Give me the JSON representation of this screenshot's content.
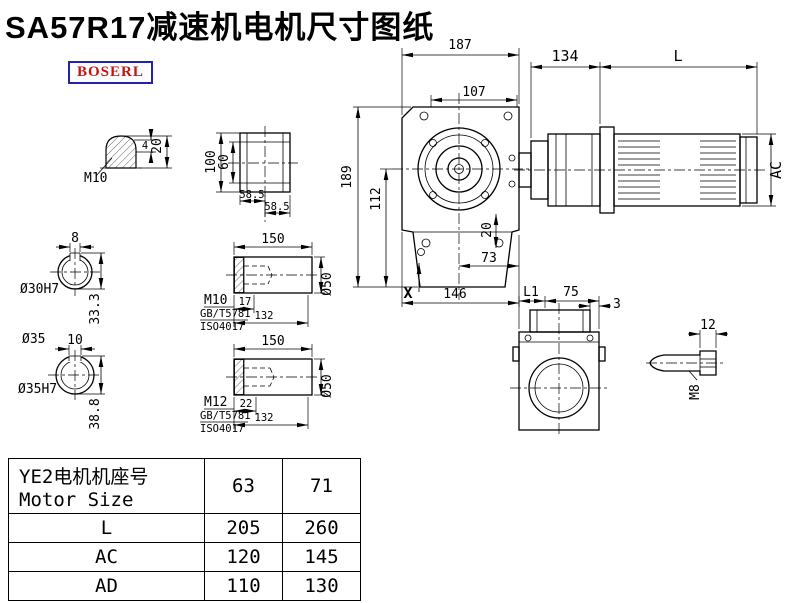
{
  "title": "SA57R17减速机电机尺寸图纸",
  "logo": "BOSERL",
  "gearbox": {
    "d187": "187",
    "d107": "107",
    "d189": "189",
    "d112": "112",
    "d20": "20",
    "d73": "73",
    "d146": "146",
    "x_label": "X"
  },
  "motor": {
    "d134": "134",
    "dL": "L",
    "dAC": "AC"
  },
  "shaft_end": {
    "d20": "20",
    "d4": "4",
    "m10": "M10"
  },
  "sleeve": {
    "d100": "100",
    "d60": "60",
    "d585a": "58.5",
    "d585b": "58.5"
  },
  "bore30": {
    "d8": "8",
    "bore": "Ø30H7",
    "depth": "33.3",
    "od": "Ø35"
  },
  "bore35": {
    "d10": "10",
    "bore": "Ø35H7",
    "depth": "38.8"
  },
  "shaft_m10": {
    "d150": "150",
    "thread": "M10",
    "std1": "GB/T5781",
    "std2": "ISO4017",
    "d17": "17",
    "d132": "132",
    "dia": "Ø50"
  },
  "shaft_m12": {
    "d150": "150",
    "thread": "M12",
    "std1": "GB/T5781",
    "std2": "ISO4017",
    "d22": "22",
    "d132": "132",
    "dia": "Ø50"
  },
  "flange": {
    "dL1": "L1",
    "d75": "75",
    "d3": "3"
  },
  "bolt": {
    "d12": "12",
    "m8": "M8"
  },
  "table": {
    "header": {
      "line1": "YE2电机机座号",
      "line2": "Motor Size",
      "c1": "63",
      "c2": "71"
    },
    "rows": [
      {
        "label": "L",
        "c1": "205",
        "c2": "260"
      },
      {
        "label": "AC",
        "c1": "120",
        "c2": "145"
      },
      {
        "label": "AD",
        "c1": "110",
        "c2": "130"
      }
    ]
  }
}
